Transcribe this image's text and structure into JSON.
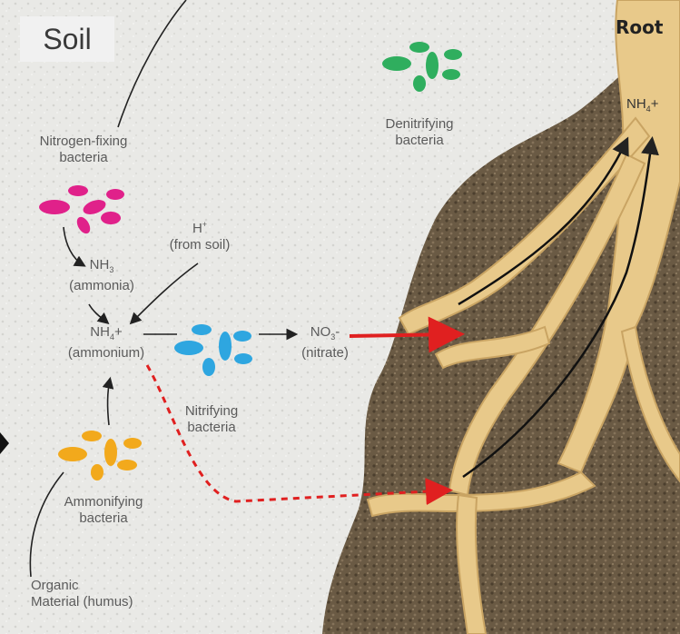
{
  "soil_title": "Soil",
  "root_title": "Root",
  "root_nh4": {
    "base": "NH",
    "sub": "4",
    "suffix": "+"
  },
  "nitrogen_fixing": [
    "Nitrogen-fixing",
    "bacteria"
  ],
  "denitrifying": [
    "Denitrifying",
    "bacteria"
  ],
  "h_plus": [
    "H",
    "(from soil)"
  ],
  "nh3": {
    "base": "NH",
    "sub": "3",
    "name": "(ammonia)"
  },
  "nh4": {
    "base": "NH",
    "sub": "4",
    "suffix": "+",
    "name": "(ammonium)"
  },
  "no3": {
    "base": "NO",
    "sub": "3",
    "suffix": "-",
    "name": "(nitrate)"
  },
  "nitrifying": [
    "Nitrifying",
    "bacteria"
  ],
  "ammonifying": [
    "Ammonifying",
    "bacteria"
  ],
  "organic": [
    "Organic",
    "Material (humus)"
  ],
  "colors": {
    "nitrogen_fixing": "#e0218a",
    "denitrifying": "#2fae5e",
    "nitrifying": "#2ea6e0",
    "ammonifying": "#f2a91c",
    "uptake_arrow": "#e02020",
    "root": "#e8c98a",
    "soil_clump": "#6a5a44"
  }
}
